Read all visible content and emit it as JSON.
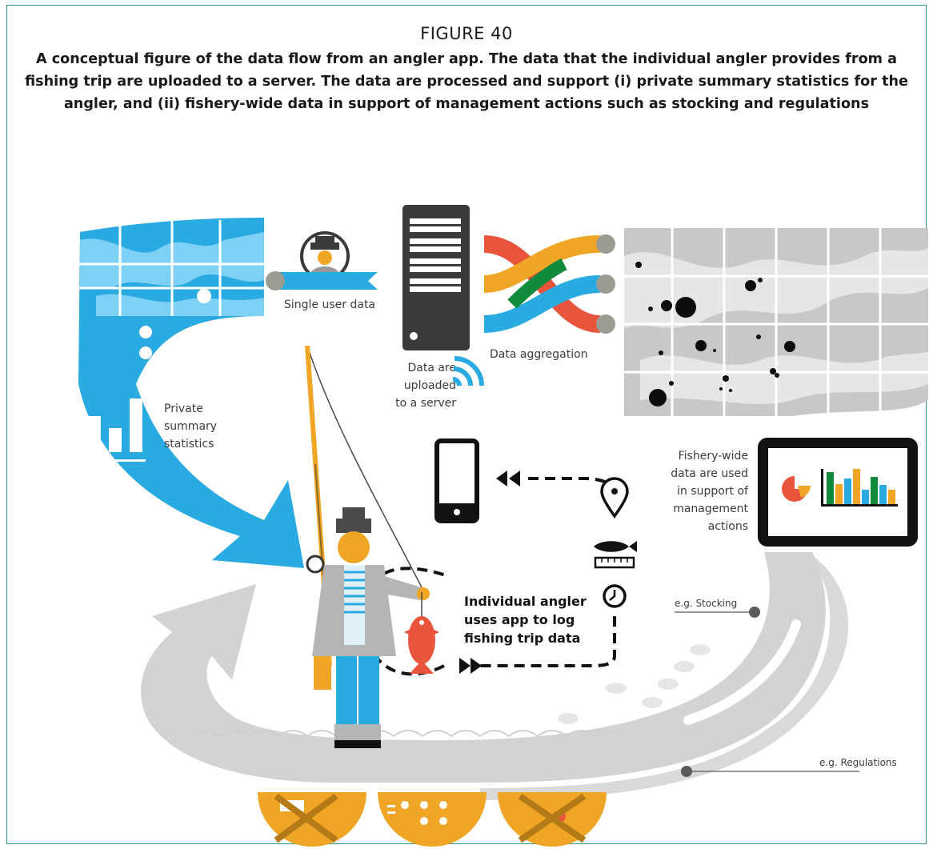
{
  "figure": {
    "number": "FIGURE 40",
    "caption": "A conceptual figure of the data flow from an angler app. The data that the individual angler provides from a fishing trip are uploaded to a server. The data are processed and support (i) private summary statistics for the angler, and (ii) fishery-wide data in support of management actions such as stocking and regulations"
  },
  "labels": {
    "single_user": "Single user data",
    "aggregation": "Data aggregation",
    "upload": [
      "Data are",
      "uploaded",
      "to a server"
    ],
    "private": [
      "Private",
      "summary",
      "statistics"
    ],
    "fishery": [
      "Fishery-wide",
      "data are used",
      "in support of",
      "management",
      "actions"
    ],
    "angler": [
      "Individual angler",
      "uses app to log",
      "fishing trip data"
    ],
    "stocking": "e.g. Stocking",
    "regulations": "e.g. Regulations"
  },
  "colors": {
    "frame": "#2b8f86",
    "blue": "#29abe2",
    "light_blue": "#8fd3f4",
    "grey": "#d3d3d3",
    "dark_grey": "#3a3a3a",
    "orange": "#f0a524",
    "red": "#e8553c",
    "green": "#128a3e"
  },
  "icons": [
    "user-icon",
    "server-icon",
    "smartphone-icon",
    "wifi-icon",
    "location-pin-icon",
    "fish-ruler-icon",
    "clock-icon",
    "bar-chart-icon",
    "pie-chart-icon"
  ]
}
